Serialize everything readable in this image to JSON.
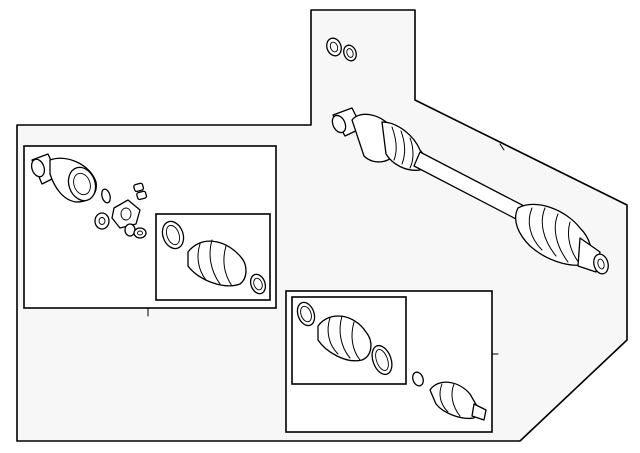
{
  "diagram": {
    "type": "exploded-parts-view",
    "callout_lines": 5,
    "sub_boxes": 4
  }
}
